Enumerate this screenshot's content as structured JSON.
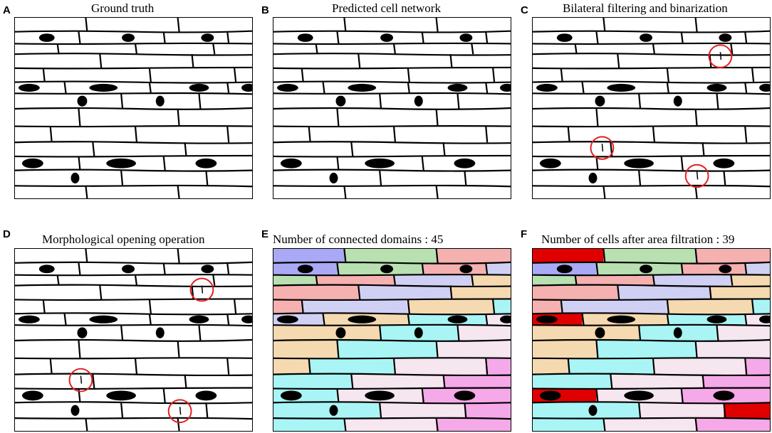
{
  "panels": [
    {
      "letter": "A",
      "title": "Ground truth",
      "style": "binary",
      "circles": []
    },
    {
      "letter": "B",
      "title": "Predicted cell network",
      "style": "binary",
      "circles": []
    },
    {
      "letter": "C",
      "title": "Bilateral filtering and binarization",
      "style": "binary",
      "circles": [
        "c1",
        "c2",
        "c3"
      ]
    },
    {
      "letter": "D",
      "title": "Morphological opening operation",
      "style": "binary",
      "circles": [
        "d1",
        "d2",
        "d3"
      ]
    },
    {
      "letter": "E",
      "title": "Number of connected domains  : 45",
      "style": "colored",
      "circles": []
    },
    {
      "letter": "F",
      "title": "Number of cells after area filtration : 39",
      "style": "colored-red",
      "circles": []
    }
  ],
  "colors": {
    "membrane": "#000000",
    "circle": "#e02020",
    "cell_palette": [
      "#a9a9f5",
      "#f5a9e8",
      "#f5d9b0",
      "#b8e0b0",
      "#f7f7b0",
      "#a9f5f5",
      "#f5b0b0",
      "#c8b0e0",
      "#f5e6f0",
      "#d0d0f5"
    ],
    "removed_cell": "#e00000"
  }
}
